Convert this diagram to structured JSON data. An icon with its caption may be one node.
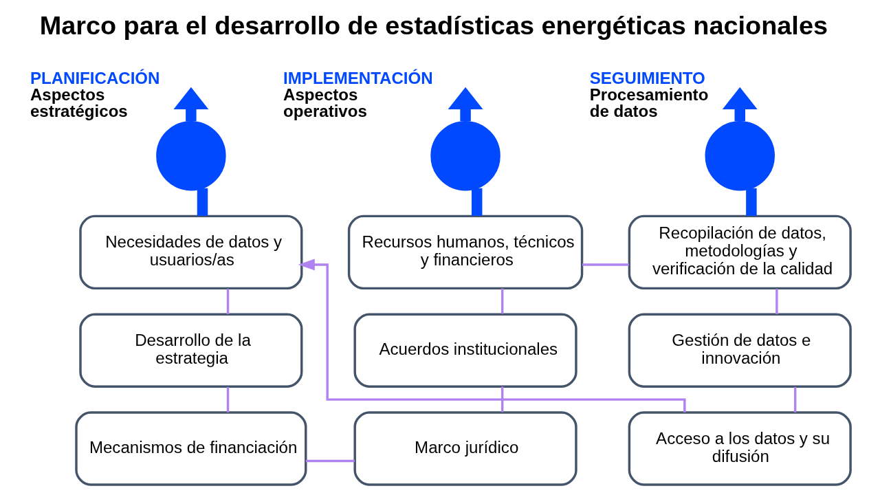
{
  "diagram": {
    "title": "Marco para el desarrollo de estadísticas energéticas nacionales",
    "nodes": [
      {
        "text": [],
        "shape": "circle",
        "beside": [
          "PLANIFICACIÓN",
          "Aspectos estratégicos"
        ]
      },
      {
        "text": [],
        "shape": "circle",
        "beside": [
          "IMPLEMENTACIÓN",
          "Aspectos operativos"
        ]
      },
      {
        "text": [],
        "shape": "circle",
        "beside": [
          "SEGUIMIENTO",
          "Procesamiento de datos"
        ]
      },
      {
        "text": [
          "Necesidades de datos y usuarios/as"
        ]
      },
      {
        "text": [
          "Desarrollo de la estrategia"
        ]
      },
      {
        "text": [
          "Mecanismos de financiación"
        ]
      },
      {
        "text": [
          "Recursos humanos, técnicos y financieros"
        ]
      },
      {
        "text": [
          "Acuerdos institucionales"
        ]
      },
      {
        "text": [
          "Marco jurídico"
        ]
      },
      {
        "text": [
          "Recopilación de datos, metodologías y verificación de la calidad"
        ]
      },
      {
        "text": [
          "Gestión de datos e innovación"
        ]
      },
      {
        "text": [
          "Acceso a los datos y su difusión"
        ]
      }
    ],
    "edges": [
      {
        "from": 3,
        "to": 0,
        "arrow": "none",
        "style": "thick",
        "color": "#0049ff"
      },
      {
        "from": 0,
        "to": null,
        "arrow": "to",
        "style": "thick",
        "color": "#0049ff"
      },
      {
        "from": 6,
        "to": 1,
        "arrow": "none",
        "style": "thick",
        "color": "#0049ff"
      },
      {
        "from": 1,
        "to": null,
        "arrow": "to",
        "style": "thick",
        "color": "#0049ff"
      },
      {
        "from": 9,
        "to": 2,
        "arrow": "none",
        "style": "thick",
        "color": "#0049ff"
      },
      {
        "from": 2,
        "to": null,
        "arrow": "to",
        "style": "thick",
        "color": "#0049ff"
      },
      {
        "from": 3,
        "to": 4,
        "arrow": "none"
      },
      {
        "from": 4,
        "to": 5,
        "arrow": "none"
      },
      {
        "from": 5,
        "to": 8,
        "arrow": "none"
      },
      {
        "from": 8,
        "to": 7,
        "arrow": "none"
      },
      {
        "from": 7,
        "to": 6,
        "arrow": "none"
      },
      {
        "from": 6,
        "to": 9,
        "arrow": "none"
      },
      {
        "from": 9,
        "to": 10,
        "arrow": "none"
      },
      {
        "from": 10,
        "to": 11,
        "arrow": "none"
      },
      {
        "from": 11,
        "to": 3,
        "arrow": "to"
      }
    ]
  }
}
